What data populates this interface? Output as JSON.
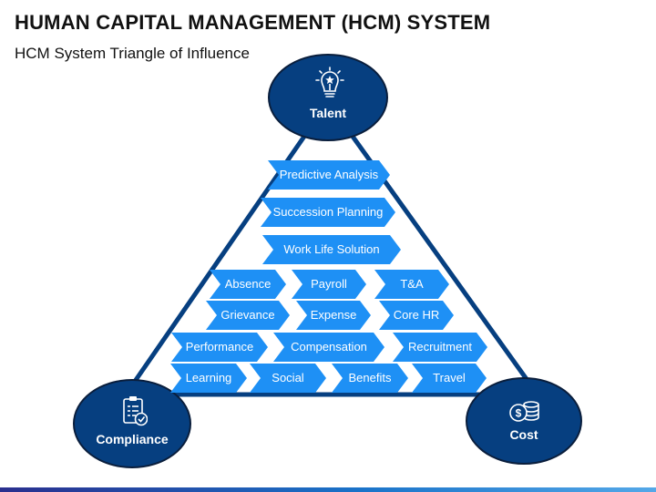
{
  "header": {
    "title": "HUMAN CAPITAL MANAGEMENT (HCM) SYSTEM",
    "subtitle": "HCM System Triangle of Influence"
  },
  "nodes": {
    "talent": {
      "label": "Talent",
      "icon": "lightbulb-star-icon"
    },
    "compliance": {
      "label": "Compliance",
      "icon": "clipboard-check-icon"
    },
    "cost": {
      "label": "Cost",
      "icon": "coins-icon"
    }
  },
  "modules": {
    "row1": [
      "Predictive Analysis"
    ],
    "row2": [
      "Succession Planning"
    ],
    "row3": [
      "Work Life Solution"
    ],
    "row4": [
      "Absence",
      "Payroll",
      "T&A"
    ],
    "row5": [
      "Grievance",
      "Expense",
      "Core HR"
    ],
    "row6": [
      "Performance",
      "Compensation",
      "Recruitment"
    ],
    "row7": [
      "Learning",
      "Social",
      "Benefits",
      "Travel"
    ]
  },
  "colors": {
    "node_fill": "#063f80",
    "chevron_fill": "#1e90f5",
    "triangle_stroke": "#063f80",
    "footer_gradient": [
      "#2a2f8e",
      "#1a73c9",
      "#54a8e8"
    ]
  }
}
